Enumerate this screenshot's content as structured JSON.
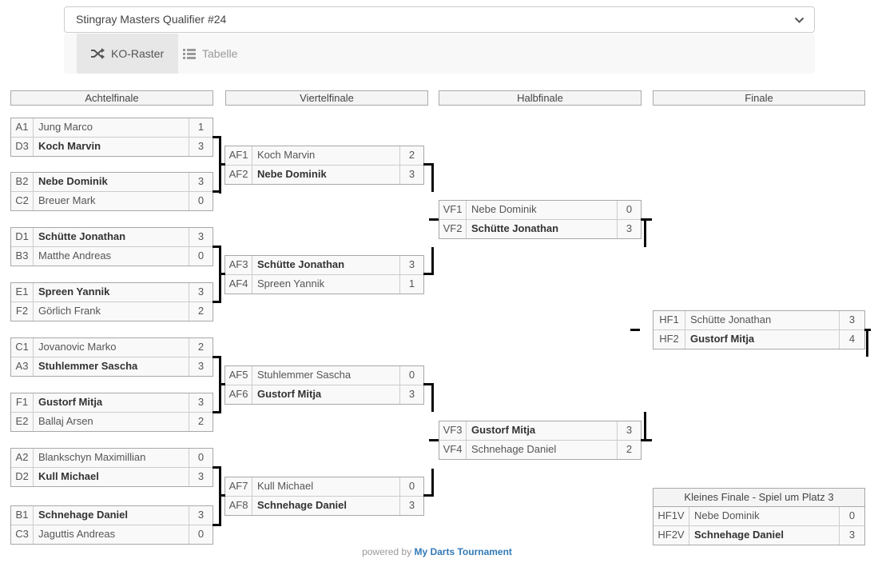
{
  "header": {
    "tournament_select": {
      "value": "Stingray Masters Qualifier #24"
    },
    "tabs": {
      "ko_raster": {
        "label": "KO-Raster",
        "icon": "shuffle-icon",
        "active": true
      },
      "tabelle": {
        "label": "Tabelle",
        "icon": "list-icon",
        "active": false
      }
    }
  },
  "colors": {
    "line": "#0a0a0a",
    "link_blue": "#337ab7",
    "tab_active_bg": "#e7e7e7",
    "cell_bg": "#f9f9f9"
  },
  "rounds": [
    {
      "title": "Achtelfinale",
      "matches": [
        {
          "p1": {
            "code": "A1",
            "name": "Jung Marco",
            "score": "1",
            "winner": false
          },
          "p2": {
            "code": "D3",
            "name": "Koch Marvin",
            "score": "3",
            "winner": true
          }
        },
        {
          "p1": {
            "code": "B2",
            "name": "Nebe Dominik",
            "score": "3",
            "winner": true
          },
          "p2": {
            "code": "C2",
            "name": "Breuer Mark",
            "score": "0",
            "winner": false
          }
        },
        {
          "p1": {
            "code": "D1",
            "name": "Schütte Jonathan",
            "score": "3",
            "winner": true
          },
          "p2": {
            "code": "B3",
            "name": "Matthe Andreas",
            "score": "0",
            "winner": false
          }
        },
        {
          "p1": {
            "code": "E1",
            "name": "Spreen Yannik",
            "score": "3",
            "winner": true
          },
          "p2": {
            "code": "F2",
            "name": "Görlich Frank",
            "score": "2",
            "winner": false
          }
        },
        {
          "p1": {
            "code": "C1",
            "name": "Jovanovic Marko",
            "score": "2",
            "winner": false
          },
          "p2": {
            "code": "A3",
            "name": "Stuhlemmer Sascha",
            "score": "3",
            "winner": true
          }
        },
        {
          "p1": {
            "code": "F1",
            "name": "Gustorf Mitja",
            "score": "3",
            "winner": true
          },
          "p2": {
            "code": "E2",
            "name": "Ballaj Arsen",
            "score": "2",
            "winner": false
          }
        },
        {
          "p1": {
            "code": "A2",
            "name": "Blankschyn Maximillian",
            "score": "0",
            "winner": false
          },
          "p2": {
            "code": "D2",
            "name": "Kull Michael",
            "score": "3",
            "winner": true
          }
        },
        {
          "p1": {
            "code": "B1",
            "name": "Schnehage Daniel",
            "score": "3",
            "winner": true
          },
          "p2": {
            "code": "C3",
            "name": "Jaguttis Andreas",
            "score": "0",
            "winner": false
          }
        }
      ]
    },
    {
      "title": "Viertelfinale",
      "matches": [
        {
          "p1": {
            "code": "AF1",
            "name": "Koch Marvin",
            "score": "2",
            "winner": false
          },
          "p2": {
            "code": "AF2",
            "name": "Nebe Dominik",
            "score": "3",
            "winner": true
          }
        },
        {
          "p1": {
            "code": "AF3",
            "name": "Schütte Jonathan",
            "score": "3",
            "winner": true
          },
          "p2": {
            "code": "AF4",
            "name": "Spreen Yannik",
            "score": "1",
            "winner": false
          }
        },
        {
          "p1": {
            "code": "AF5",
            "name": "Stuhlemmer Sascha",
            "score": "0",
            "winner": false
          },
          "p2": {
            "code": "AF6",
            "name": "Gustorf Mitja",
            "score": "3",
            "winner": true
          }
        },
        {
          "p1": {
            "code": "AF7",
            "name": "Kull Michael",
            "score": "0",
            "winner": false
          },
          "p2": {
            "code": "AF8",
            "name": "Schnehage Daniel",
            "score": "3",
            "winner": true
          }
        }
      ]
    },
    {
      "title": "Halbfinale",
      "matches": [
        {
          "p1": {
            "code": "VF1",
            "name": "Nebe Dominik",
            "score": "0",
            "winner": false
          },
          "p2": {
            "code": "VF2",
            "name": "Schütte Jonathan",
            "score": "3",
            "winner": true
          }
        },
        {
          "p1": {
            "code": "VF3",
            "name": "Gustorf Mitja",
            "score": "3",
            "winner": true
          },
          "p2": {
            "code": "VF4",
            "name": "Schnehage Daniel",
            "score": "2",
            "winner": false
          }
        }
      ]
    },
    {
      "title": "Finale",
      "matches": [
        {
          "p1": {
            "code": "HF1",
            "name": "Schütte Jonathan",
            "score": "3",
            "winner": false
          },
          "p2": {
            "code": "HF2",
            "name": "Gustorf Mitja",
            "score": "4",
            "winner": true
          }
        }
      ]
    }
  ],
  "third_place": {
    "title": "Kleines Finale - Spiel um Platz 3",
    "p1": {
      "code": "HF1V",
      "name": "Nebe Dominik",
      "score": "0",
      "winner": false
    },
    "p2": {
      "code": "HF2V",
      "name": "Schnehage Daniel",
      "score": "3",
      "winner": true
    }
  },
  "footer": {
    "prefix": "powered by",
    "link_label": "My Darts Tournament"
  }
}
